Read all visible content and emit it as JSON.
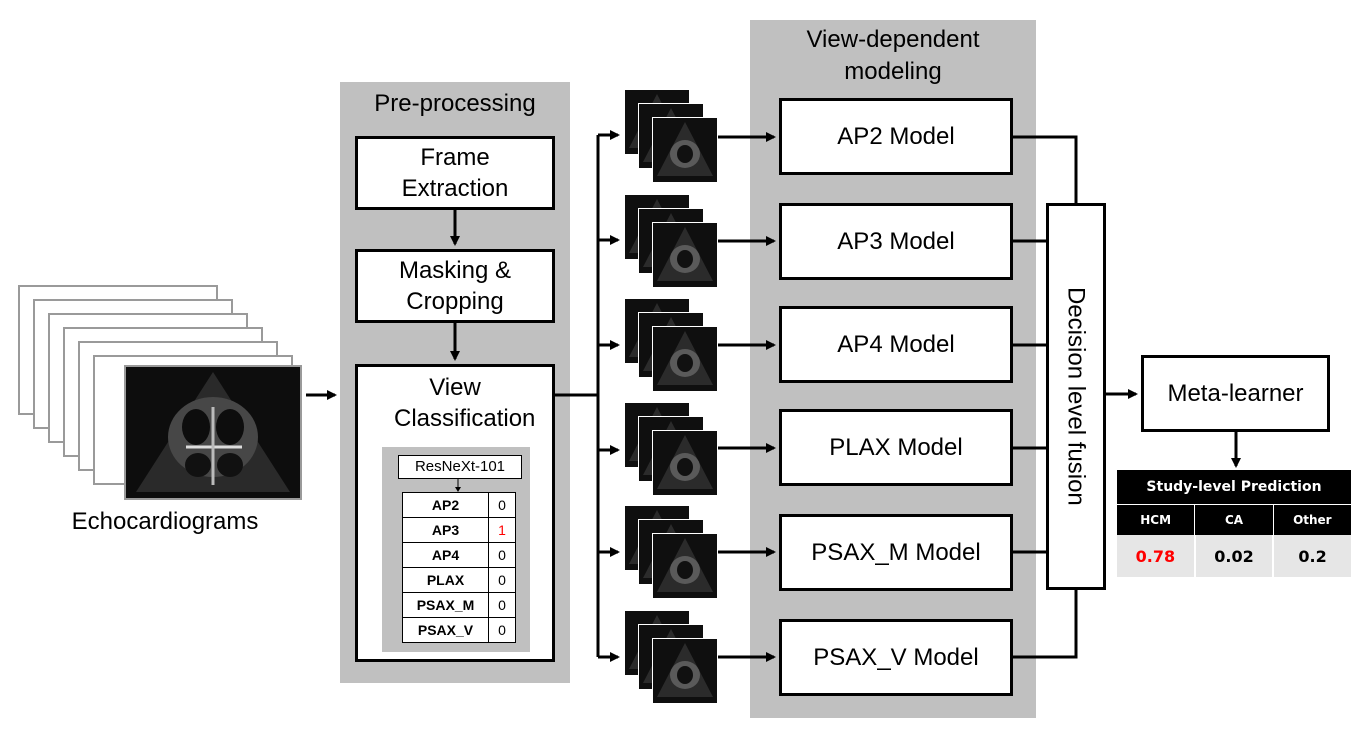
{
  "input": {
    "label": "Echocardiograms"
  },
  "preprocessing": {
    "title": "Pre-processing",
    "frame_extraction": "Frame Extraction",
    "masking": "Masking & Cropping",
    "view_classification": "View Classification",
    "classifier": "ResNeXt-101",
    "rows": [
      {
        "view": "AP2",
        "value": "0"
      },
      {
        "view": "AP3",
        "value": "1"
      },
      {
        "view": "AP4",
        "value": "0"
      },
      {
        "view": "PLAX",
        "value": "0"
      },
      {
        "view": "PSAX_M",
        "value": "0"
      },
      {
        "view": "PSAX_V",
        "value": "0"
      }
    ]
  },
  "modeling": {
    "title_line1": "View-dependent",
    "title_line2": "modeling",
    "models": [
      "AP2 Model",
      "AP3 Model",
      "AP4 Model",
      "PLAX Model",
      "PSAX_M Model",
      "PSAX_V Model"
    ]
  },
  "fusion": {
    "label": "Decision level fusion"
  },
  "meta": {
    "label": "Meta-learner"
  },
  "prediction": {
    "title": "Study-level Prediction",
    "headers": [
      "HCM",
      "CA",
      "Other"
    ],
    "values": [
      "0.78",
      "0.02",
      "0.2"
    ],
    "highlight_color": "#ff0000"
  },
  "colors": {
    "panel": "#c0c0c0",
    "table_header": "#000000",
    "table_values_bg": "#e6e6e6"
  }
}
